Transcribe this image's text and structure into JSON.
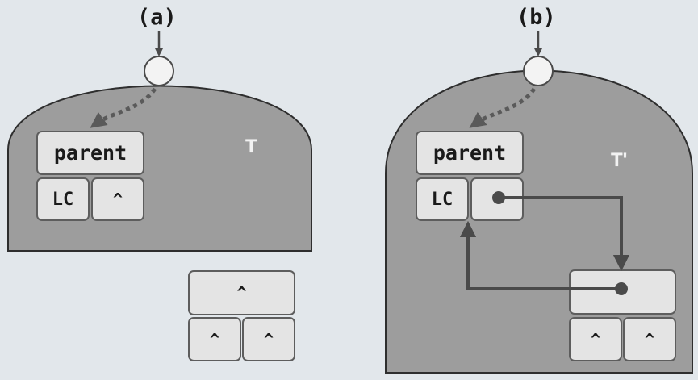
{
  "panel_a": {
    "label": "(a)",
    "tree_label": "T",
    "node": {
      "parent": "parent",
      "left_child": "LC",
      "right_child": "^"
    },
    "detached_node": {
      "top": "^",
      "left": "^",
      "right": "^"
    }
  },
  "panel_b": {
    "label": "(b)",
    "tree_label": "T'",
    "node": {
      "parent": "parent",
      "left_child": "LC",
      "right_child": ""
    },
    "new_node": {
      "top": "",
      "left": "^",
      "right": "^"
    }
  },
  "colors": {
    "background": "#e2e7eb",
    "tree_fill": "#9d9d9d",
    "cell_fill": "#e4e4e4",
    "arrow": "#4a4a4a",
    "dotted_arrow": "#5a5a5a"
  }
}
